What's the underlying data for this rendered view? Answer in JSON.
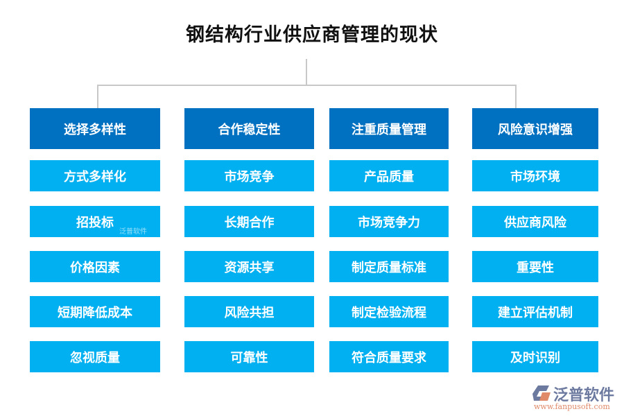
{
  "title": "钢结构行业供应商管理的现状",
  "columns": [
    {
      "header": "选择多样性",
      "items": [
        "方式多样化",
        "招投标",
        "价格因素",
        "短期降低成本",
        "忽视质量"
      ]
    },
    {
      "header": "合作稳定性",
      "items": [
        "市场竞争",
        "长期合作",
        "资源共享",
        "风险共担",
        "可靠性"
      ]
    },
    {
      "header": "注重质量管理",
      "items": [
        "产品质量",
        "市场竞争力",
        "制定质量标准",
        "制定检验流程",
        "符合质量要求"
      ]
    },
    {
      "header": "风险意识增强",
      "items": [
        "市场环境",
        "供应商风险",
        "重要性",
        "建立评估机制",
        "及时识别"
      ]
    }
  ],
  "watermark": "泛普软件",
  "logo": {
    "name": "泛普软件",
    "url": "www.fanpusoft.com"
  },
  "colors": {
    "header": "#0070c0",
    "item": "#00b0f0",
    "connector": "#c8c8c8"
  }
}
